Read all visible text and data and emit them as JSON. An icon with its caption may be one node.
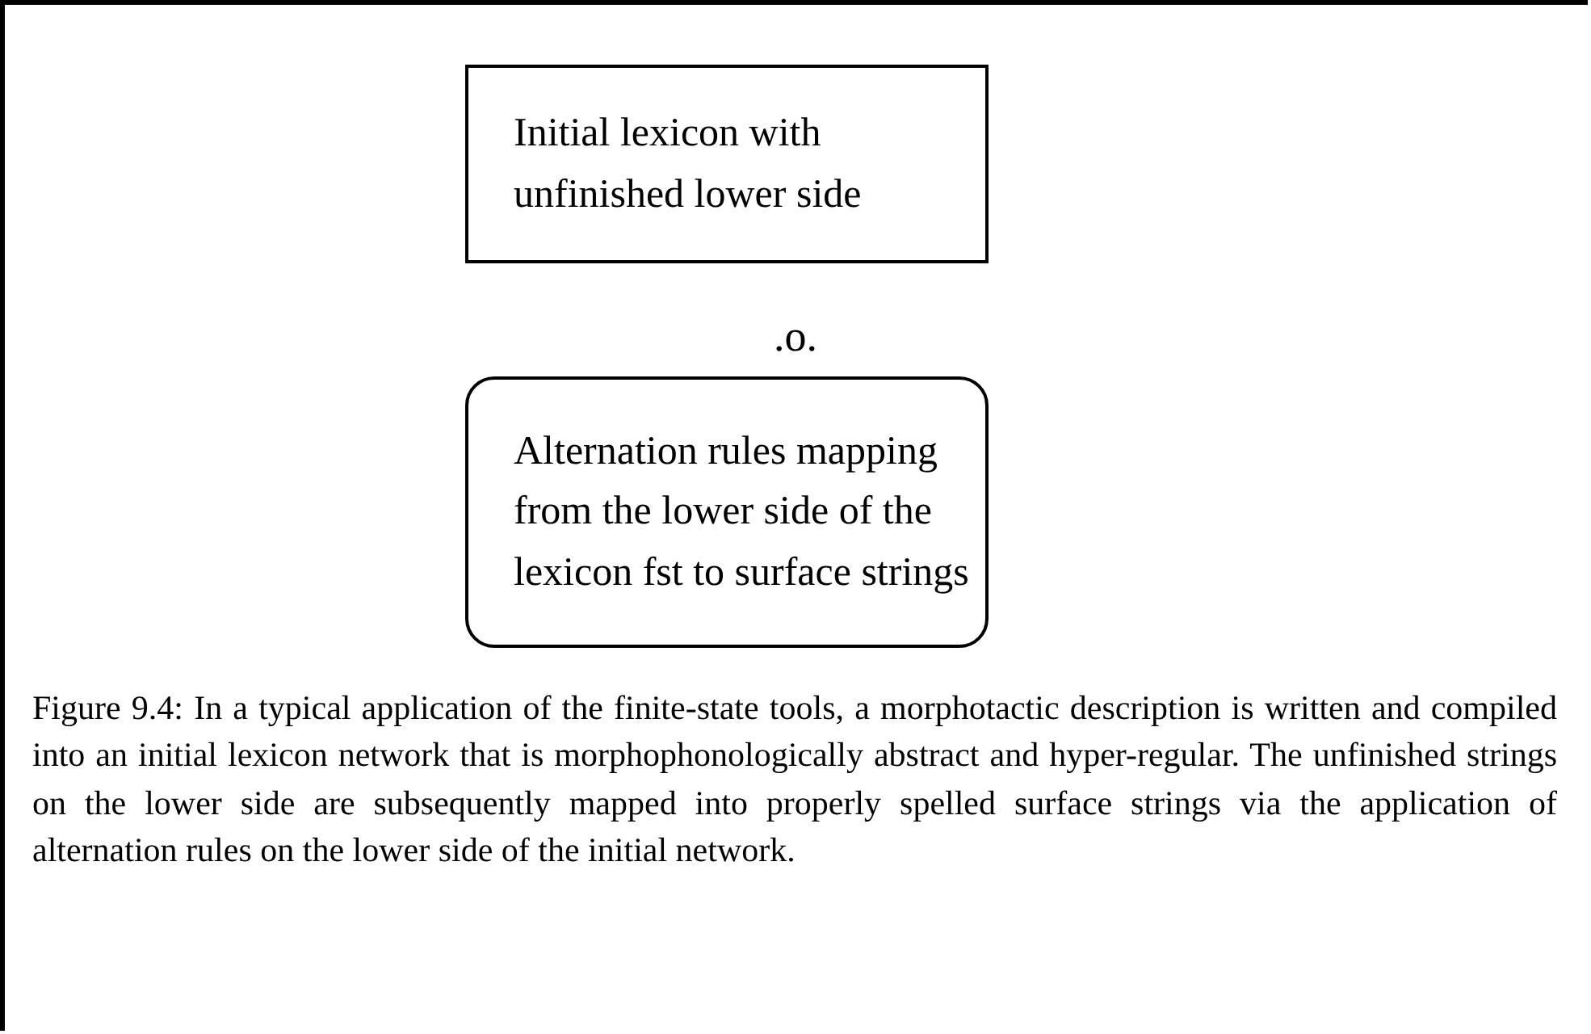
{
  "diagram": {
    "caption": "Figure 9.4: In a typical application of the finite-state tools, a morphotactic description is written and compiled into an initial lexicon network that is morphophonologically abstract and hyper-regular. The unfinished strings on the lower side are subsequently mapped into properly spelled surface strings via the application of alternation rules on the lower side of the initial network.",
    "nodes": [
      {
        "text": [
          "Initial lexicon with unfinished lower side"
        ]
      },
      {
        "text": [
          "Alternation rules mapping from the lower side of the lexicon fst to surface strings"
        ]
      }
    ],
    "labels": [
      ".o."
    ]
  }
}
